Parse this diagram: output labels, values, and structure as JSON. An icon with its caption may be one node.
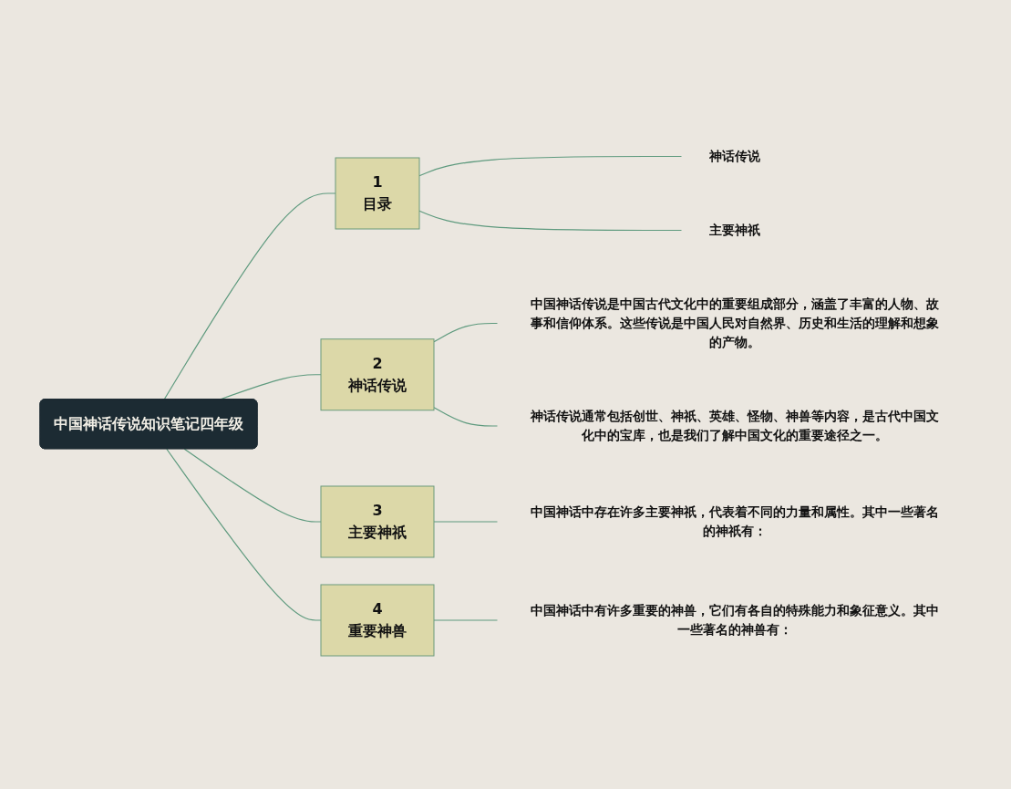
{
  "diagram": {
    "nodes": [
      {
        "text": [
          "中国神话传说知识笔记四年级"
        ]
      },
      {
        "text": [
          "1",
          "目录"
        ]
      },
      {
        "text": [
          "神话传说"
        ]
      },
      {
        "text": [
          "主要神祇"
        ]
      },
      {
        "text": [
          "2",
          "神话传说"
        ]
      },
      {
        "text": [
          "中国神话传说是中国古代文化中的重要组成部分，涵盖了丰富的人物、故事和信仰体系。这些传说是中国人民对自然界、历史和生活的理解和想象的产物。"
        ]
      },
      {
        "text": [
          "神话传说通常包括创世、神祇、英雄、怪物、神兽等内容，是古代中国文化中的宝库，也是我们了解中国文化的重要途径之一。"
        ]
      },
      {
        "text": [
          "3",
          "主要神祇"
        ]
      },
      {
        "text": [
          "中国神话中存在许多主要神祇，代表着不同的力量和属性。其中一些著名的神祇有："
        ]
      },
      {
        "text": [
          "4",
          "重要神兽"
        ]
      },
      {
        "text": [
          "中国神话中有许多重要的神兽，它们有各自的特殊能力和象征意义。其中一些著名的神兽有："
        ]
      }
    ],
    "edges": [
      {
        "from": 0,
        "to": 1,
        "arrow": "none"
      },
      {
        "from": 1,
        "to": 2,
        "arrow": "none"
      },
      {
        "from": 1,
        "to": 3,
        "arrow": "none"
      },
      {
        "from": 0,
        "to": 4,
        "arrow": "none"
      },
      {
        "from": 4,
        "to": 5,
        "arrow": "none"
      },
      {
        "from": 4,
        "to": 6,
        "arrow": "none"
      },
      {
        "from": 0,
        "to": 7,
        "arrow": "none"
      },
      {
        "from": 7,
        "to": 8,
        "arrow": "none"
      },
      {
        "from": 0,
        "to": 9,
        "arrow": "none"
      },
      {
        "from": 9,
        "to": 10,
        "arrow": "none"
      }
    ]
  }
}
